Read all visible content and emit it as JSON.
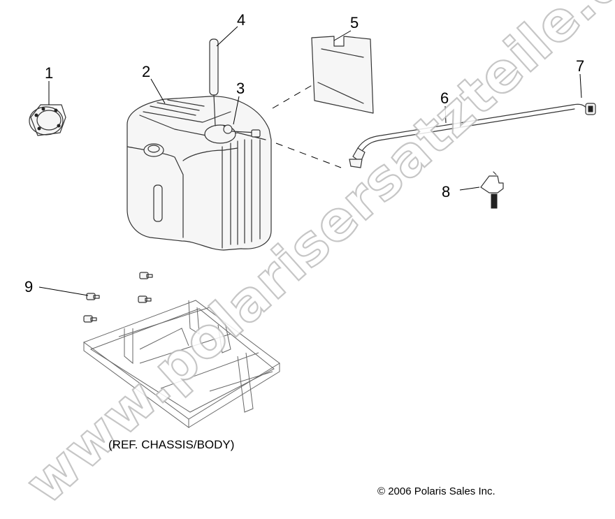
{
  "callouts": {
    "c1": "1",
    "c2": "2",
    "c3": "3",
    "c4": "4",
    "c5": "5",
    "c6": "6",
    "c7": "7",
    "c8": "8",
    "c9": "9"
  },
  "reference_note": "(REF. CHASSIS/BODY)",
  "copyright": "© 2006 Polaris Sales Inc.",
  "watermark": "www.polarisersatzteile.de"
}
